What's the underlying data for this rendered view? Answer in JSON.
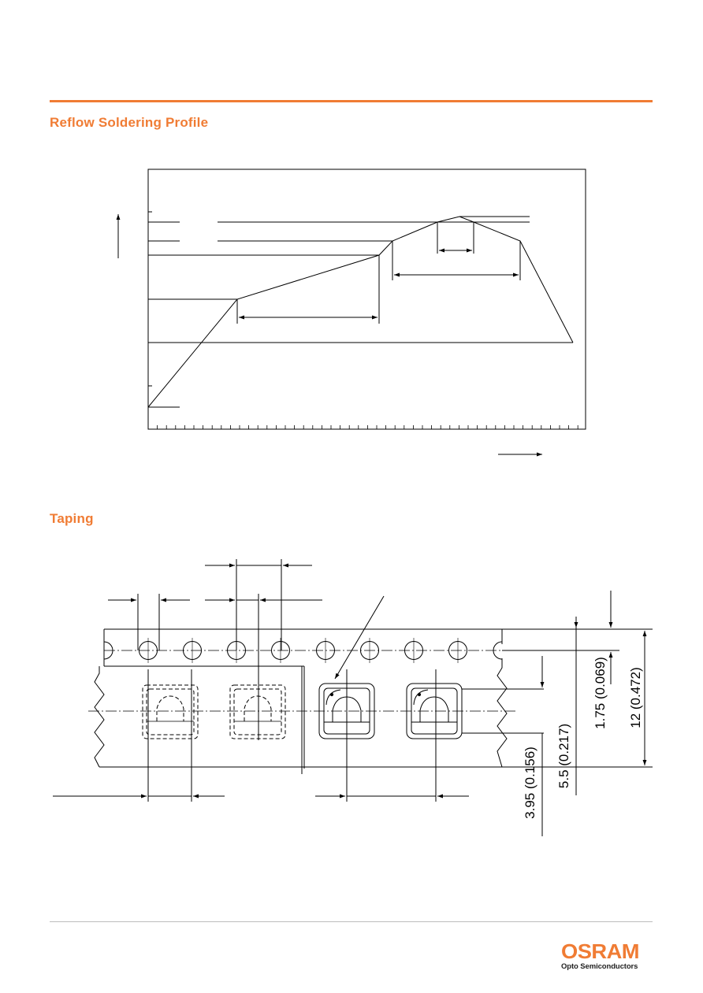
{
  "sections": {
    "reflow_title": "Reflow Soldering Profile",
    "taping_title": "Taping"
  },
  "taping": {
    "dim_1_75": "1.75 (0.069)",
    "dim_12": "12 (0.472)",
    "dim_5_5": "5.5 (0.217)",
    "dim_3_95": "3.95 (0.156)"
  },
  "brand": {
    "logo_word": "OSRAM",
    "tagline": "Opto Semiconductors"
  },
  "colors": {
    "accent": "#f07c34"
  }
}
